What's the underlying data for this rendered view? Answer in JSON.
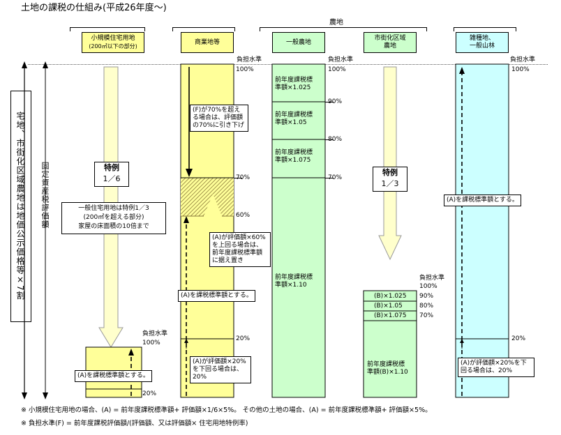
{
  "title": "土地の課税の仕組み(平成26年度〜)",
  "farmland_label": "農地",
  "columns": {
    "small_residential": {
      "line1": "小規模住宅用地",
      "line2": "(200㎡以下の部分)"
    },
    "commercial": {
      "label": "商業地等"
    },
    "general_farmland": {
      "label": "一般農地"
    },
    "urban_farmland": {
      "line1": "市街化区域",
      "line2": "農地"
    },
    "misc_forest": {
      "line1": "雑種地、",
      "line2": "一般山林"
    }
  },
  "burden_level": "負担水準",
  "left_labels": {
    "outer": "宅地、市街化区域農地は地価公示価格等×7割",
    "inner": "固定資産税評価額"
  },
  "percent": {
    "p100": "100%",
    "p90": "90%",
    "p80": "80%",
    "p70": "70%",
    "p60": "60%",
    "p20": "20%"
  },
  "small_residential": {
    "special_title": "特例",
    "special_value": "1／6",
    "general_note_line1": "一般住宅用地は特例1／3",
    "general_note_line2": "(200㎡を超える部分)",
    "general_note_line3": "家屋の床面積の10倍まで",
    "base_note": "(A)を課税標準額とする。"
  },
  "commercial": {
    "note_over70": "(F)が70%を超える場合は、評価額の70%に引き下げ",
    "note_60": "(A)が評価額×60%を上回る場合は、前年度課税標準額に据え置き",
    "note_base": "(A)を課税標準額とする。",
    "note_under20": "(A)が評価額×20%を下回る場合は、20%"
  },
  "general_farmland": {
    "row1_line1": "前年度課税標",
    "row1_line2": "準額×1.025",
    "row2_line1": "前年度課税標",
    "row2_line2": "準額×1.05",
    "row3_line1": "前年度課税標",
    "row3_line2": "準額×1.075",
    "row4_line1": "前年度課税標",
    "row4_line2": "準額×1.10"
  },
  "urban_farmland": {
    "special_title": "特例",
    "special_value": "1／3",
    "row1": "(B)×1.025",
    "row2": "(B)×1.05",
    "row3": "(B)×1.075",
    "bottom_line1": "前年度課税標",
    "bottom_line2": "準額(B)×1.10"
  },
  "misc_forest": {
    "note_base": "(A)を課税標準額とする。",
    "note_under20": "(A)が評価額×20%を下回る場合は、20%"
  },
  "footnotes": {
    "line1": "※ 小規模住宅用地の場合、(A) = 前年度課税標準額+ 評価額×1/6×5%。 その他の土地の場合、(A) = 前年度課税標準額+ 評価額×5%。",
    "line2": "※ 負担水準(F) = 前年度課税評価額/(評価額、又は評価額× 住宅用地特例率)"
  },
  "colors": {
    "yellow": "#ffff99",
    "green": "#ccffcc",
    "cyan": "#ccffff",
    "hatch": "#8a7a3a"
  }
}
